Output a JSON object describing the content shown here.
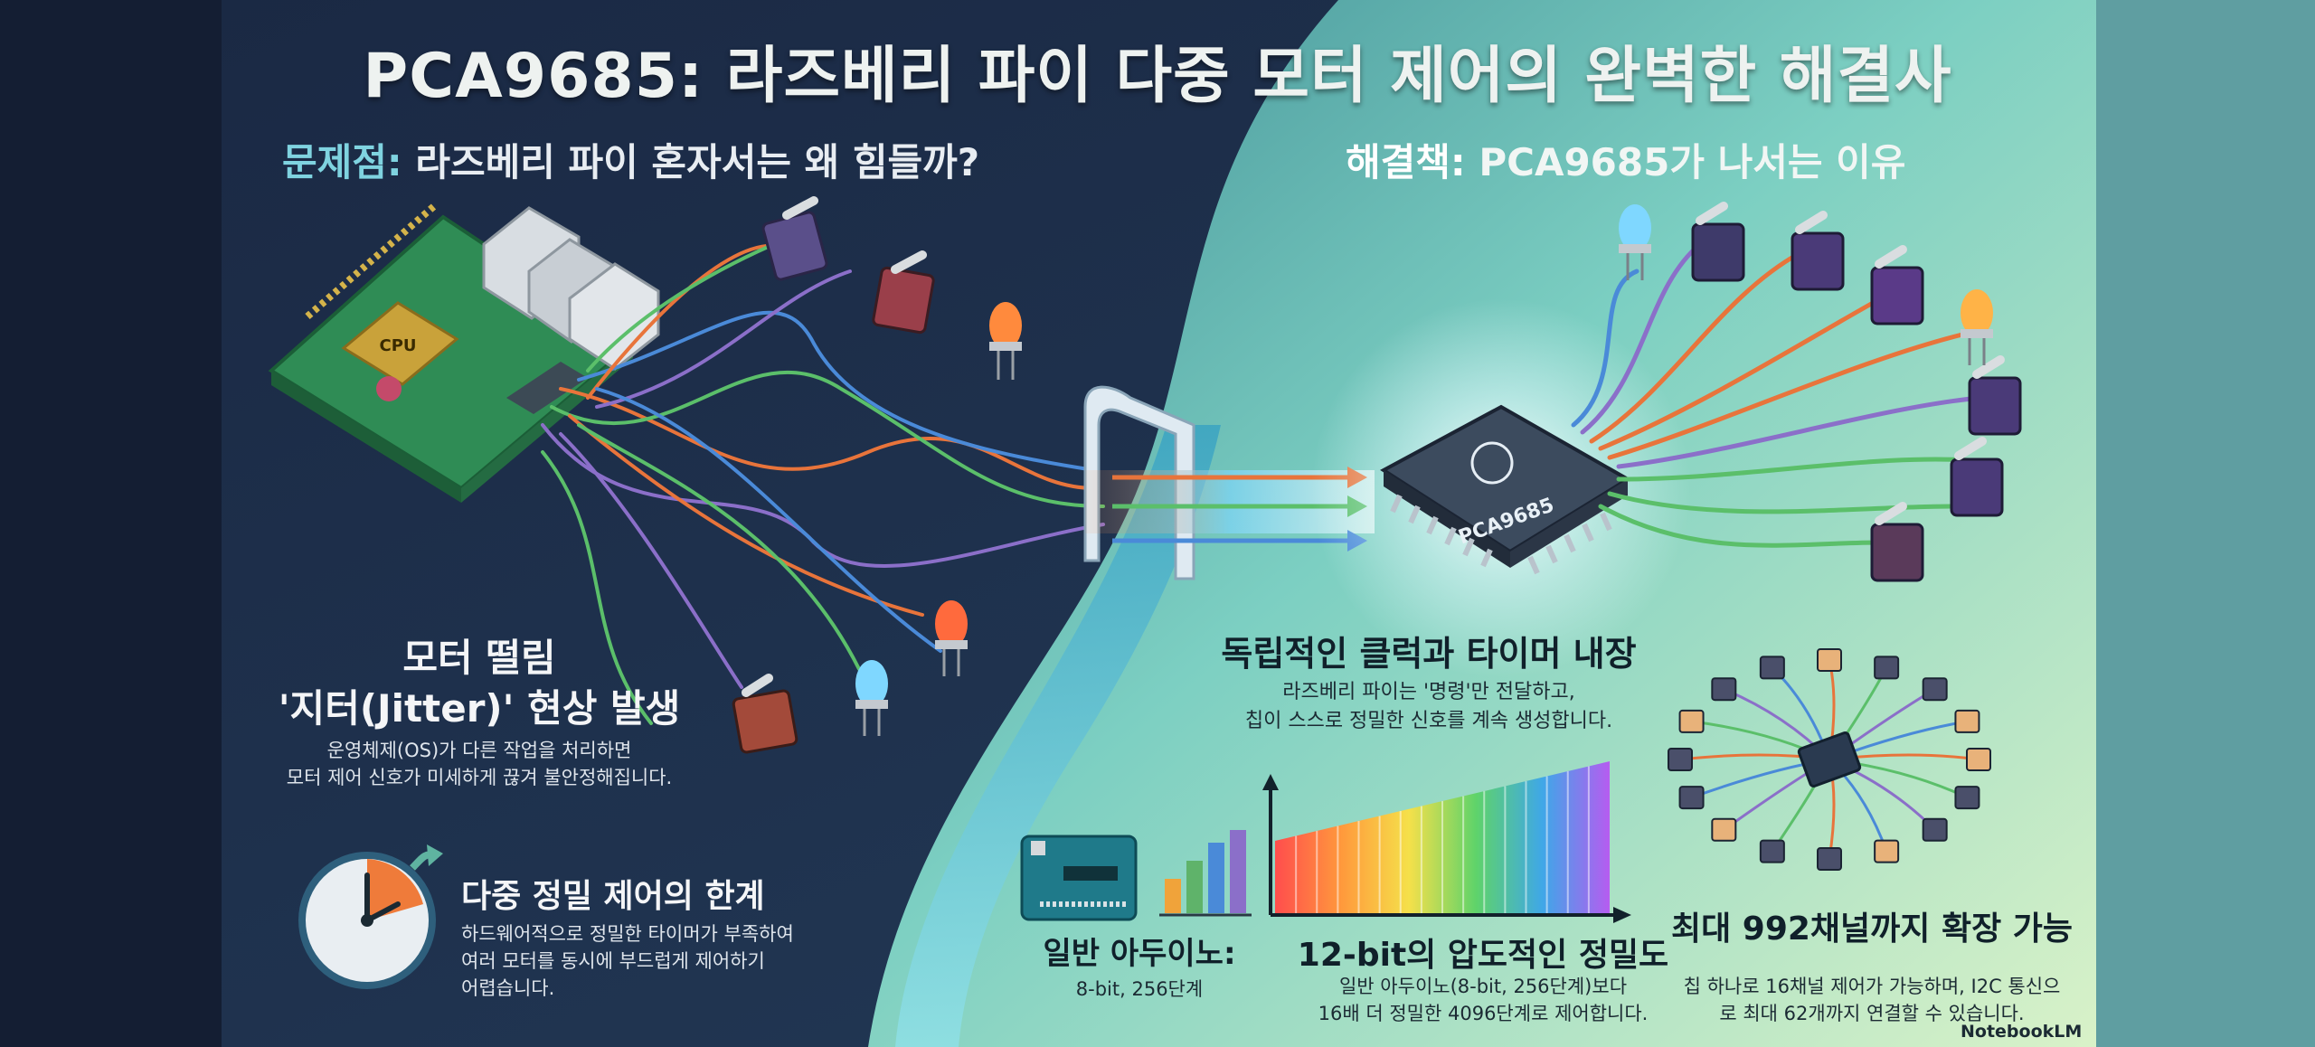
{
  "title": "PCA9685: 라즈베리 파이 다중 모터 제어의 완벽한 해결사",
  "problem": {
    "label": "문제점:",
    "text": "라즈베리 파이 혼자서는 왜 힘들까?"
  },
  "solution": {
    "label": "해결책:",
    "text": "PCA9685가 나서는 이유"
  },
  "jitter": {
    "title_line1": "모터 떨림",
    "title_line2": "'지터(Jitter)' 현상 발생",
    "desc_line1": "운영체제(OS)가 다른 작업을 처리하면",
    "desc_line2": "모터 제어 신호가 미세하게 끊겨 불안정해집니다."
  },
  "multi_control": {
    "title": "다중 정밀 제어의 한계",
    "desc_line1": "하드웨어적으로 정밀한 타이머가 부족하여",
    "desc_line2": "여러 모터를 동시에 부드럽게 제어하기",
    "desc_line3": "어렵습니다."
  },
  "clock": {
    "title": "독립적인 클럭과 타이머 내장",
    "desc_line1": "라즈베리 파이는 '명령'만 전달하고,",
    "desc_line2": "칩이 스스로 정밀한 신호를 계속 생성합니다."
  },
  "arduino": {
    "title": "일반 아두이노:",
    "desc": "8-bit, 256단계"
  },
  "precision": {
    "title": "12-bit의 압도적인 정밀도",
    "desc_line1": "일반 아두이노(8-bit, 256단계)보다",
    "desc_line2": "16배 더 정밀한 4096단계로 제어합니다."
  },
  "expand": {
    "title": "최대 992채널까지 확장 가능",
    "desc_line1": "칩 하나로 16채널 제어가 가능하며, I2C 통신으",
    "desc_line2": "로 최대 62개까지 연결할 수 있습니다."
  },
  "chip_label": "PCA9685",
  "board_chip_label": "CPU",
  "watermark": "NotebookLM",
  "colors": {
    "dark_bg": "#16233a",
    "light_bg": "#a8ddd0",
    "right_strip": "#5f9ea1",
    "accent_cyan": "#7fd3e0",
    "wire_orange": "#e8743b",
    "wire_green": "#5bbf6a",
    "wire_purple": "#8b6fc9",
    "wire_blue": "#4a8ad8",
    "led_orange": "#ff8a3d",
    "led_blue": "#7fd7ff"
  },
  "icons": [
    "raspberry-pi-board-icon",
    "servo-motor-icon",
    "led-icon",
    "stopwatch-icon",
    "pca9685-chip-icon",
    "arduino-board-icon",
    "bar-chart-icon",
    "spectrum-bars-icon",
    "chip-network-icon",
    "bridge-icon"
  ]
}
